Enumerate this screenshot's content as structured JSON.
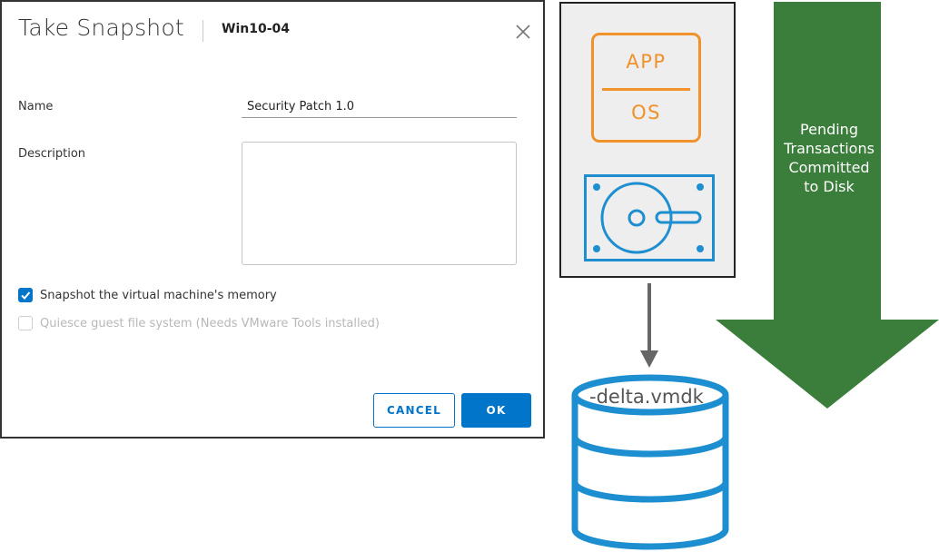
{
  "dialog": {
    "title": "Take Snapshot",
    "vm_name": "Win10-04",
    "name_label": "Name",
    "name_value": "Security Patch 1.0",
    "description_label": "Description",
    "description_value": "",
    "memory_checkbox": {
      "label": "Snapshot the virtual machine's memory",
      "checked": true
    },
    "quiesce_checkbox": {
      "label": "Quiesce guest file system (Needs VMware Tools installed)",
      "checked": false,
      "disabled": true
    },
    "cancel_label": "CANCEL",
    "ok_label": "OK"
  },
  "diagram": {
    "app_label": "APP",
    "os_label": "OS",
    "delta_file_label": "-delta.vmdk",
    "arrow_lines": [
      "Pending",
      "Transactions",
      "Committed",
      "to Disk"
    ],
    "colors": {
      "accent_blue": "#0075c9",
      "stack_orange": "#f0912a",
      "disk_blue": "#1d8fd0",
      "arrow_green": "#3b7d3b",
      "connector_gray": "#666666"
    }
  }
}
